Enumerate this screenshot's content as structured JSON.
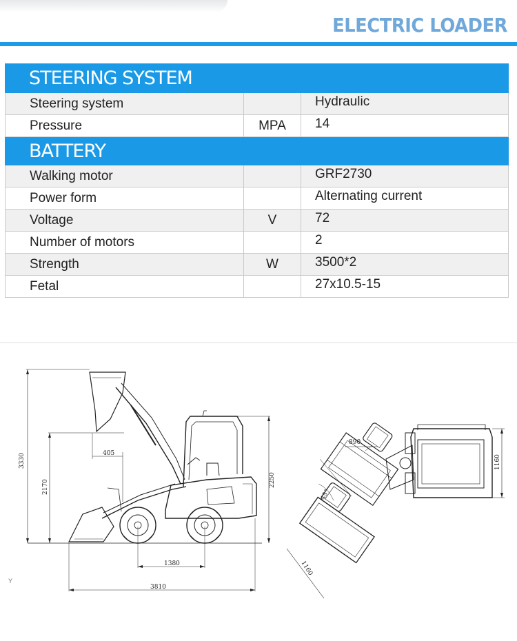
{
  "header": {
    "title": "ELECTRIC LOADER"
  },
  "sections": [
    {
      "title": "STEERING SYSTEM",
      "rows": [
        {
          "name": "Steering system",
          "unit": "",
          "value": "Hydraulic"
        },
        {
          "name": "Pressure",
          "unit": "MPA",
          "value": "14"
        }
      ]
    },
    {
      "title": "BATTERY",
      "rows": [
        {
          "name": "Walking motor",
          "unit": "",
          "value": "GRF2730"
        },
        {
          "name": "Power form",
          "unit": "",
          "value": "Alternating current"
        },
        {
          "name": "Voltage",
          "unit": "V",
          "value": "72"
        },
        {
          "name": "Number of motors",
          "unit": "",
          "value": "2"
        },
        {
          "name": "Strength",
          "unit": "W",
          "value": "3500*2"
        },
        {
          "name": "Fetal",
          "unit": "",
          "value": "27x10.5-15"
        }
      ]
    }
  ],
  "drawing": {
    "side_view": {
      "overall_height": "3330",
      "lift_height": "2170",
      "reach": "405",
      "cab_height": "2250",
      "wheelbase": "1380",
      "overall_length": "3810"
    },
    "top_view": {
      "width_label": "890",
      "angle_label": "45°",
      "body_width": "1160",
      "bucket_width": "1160"
    },
    "stray_mark": "Y"
  },
  "colors": {
    "accent": "#1a9ae6",
    "title": "#6fa8d9",
    "row_alt": "#f0f0f0"
  }
}
